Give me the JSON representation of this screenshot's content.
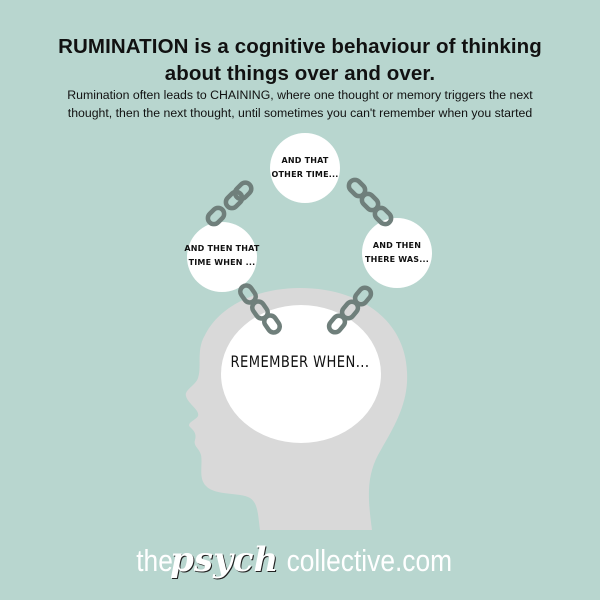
{
  "header": {
    "title_line1": "RUMINATION  is a cognitive behaviour of thinking",
    "title_line2": "about things over and over.",
    "subtitle_line1": "Rumination often leads to CHAINING, where one thought or memory triggers the next",
    "subtitle_line2": "thought, then the next thought, until sometimes you can't remember when you started"
  },
  "diagram": {
    "center_thought": "REMEMBER WHEN...",
    "bubbles": [
      {
        "position": "left",
        "line1": "AND THEN THAT",
        "line2": "TIME WHEN ..."
      },
      {
        "position": "top",
        "line1": "AND THAT",
        "line2": "OTHER TIME..."
      },
      {
        "position": "right",
        "line1": "AND THEN",
        "line2": "THERE WAS..."
      }
    ],
    "icons": [
      "head-silhouette-icon",
      "chain-link-icon"
    ]
  },
  "footer": {
    "brand_prefix": "the",
    "brand_script": "psych",
    "brand_suffix": "collective.com"
  },
  "colors": {
    "background": "#b8d6cf",
    "head": "#d9d9d9",
    "bubble": "#ffffff",
    "chain": "#6f7f7b",
    "text": "#111111"
  }
}
